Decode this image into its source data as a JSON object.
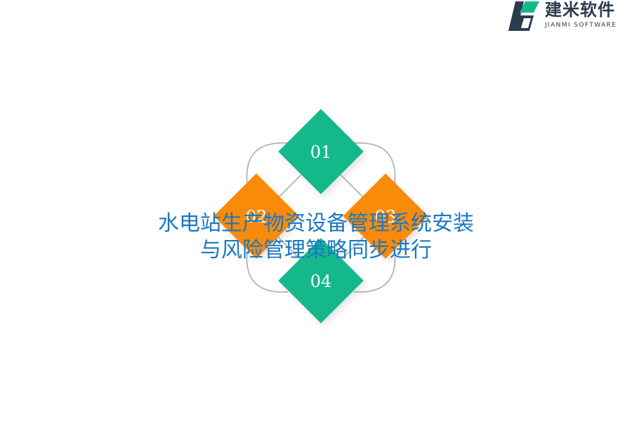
{
  "logo": {
    "name_cn": "建米软件",
    "name_en": "JIANMI SOFTWARE",
    "colors": {
      "dark": "#2d3b4e",
      "green": "#14b88b"
    }
  },
  "diagram": {
    "items": [
      {
        "label": "01",
        "color": "#14b88b"
      },
      {
        "label": "02",
        "color": "#fa8a0a"
      },
      {
        "label": "03",
        "color": "#fa8a0a"
      },
      {
        "label": "04",
        "color": "#14b88b"
      }
    ],
    "connector_color": "#b3b3b3"
  },
  "title": {
    "line1": "水电站生产物资设备管理系统安装",
    "line2": "与风险管理策略同步进行",
    "color": "#1a78c2"
  }
}
